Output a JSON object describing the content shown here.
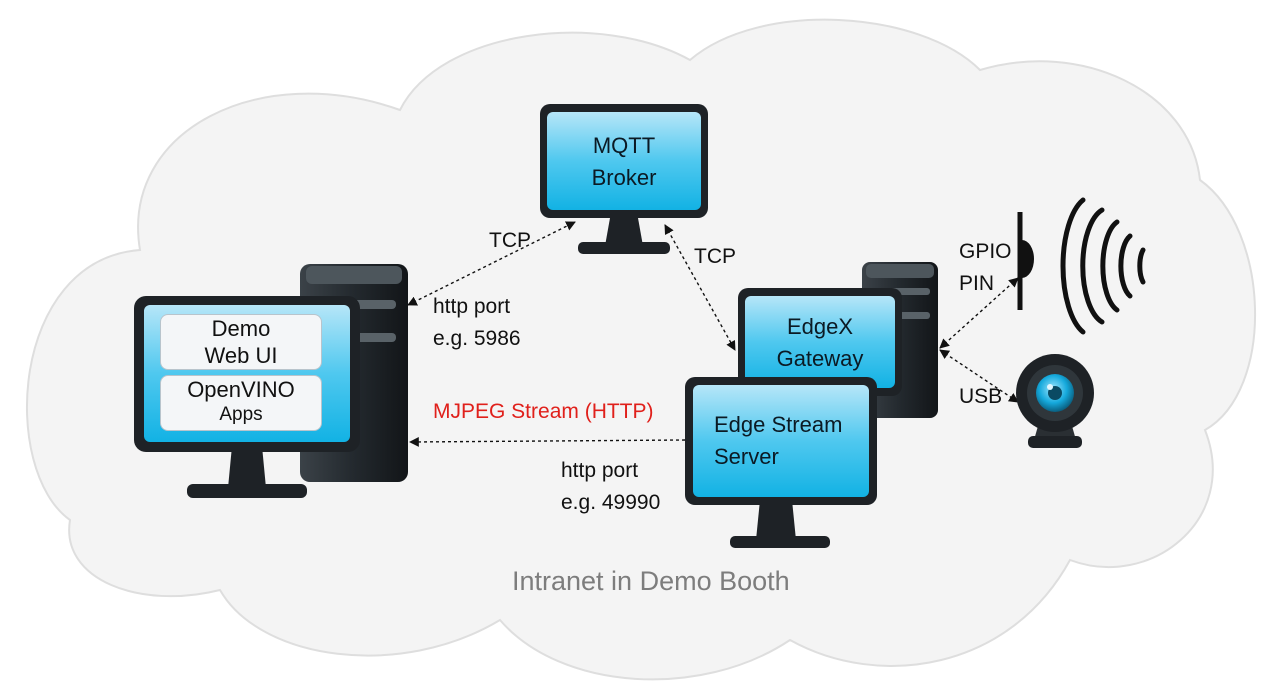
{
  "cloud_label": "Intranet in Demo Booth",
  "mqtt_broker": {
    "line1": "MQTT",
    "line2": "Broker"
  },
  "demo_pc": {
    "box1": {
      "line1": "Demo",
      "line2": "Web UI"
    },
    "box2": {
      "line1": "OpenVINO",
      "line2": "Apps"
    }
  },
  "edgex_gateway": {
    "line1": "EdgeX",
    "line2": "Gateway"
  },
  "edge_stream_server": {
    "line1": "Edge Stream",
    "line2": "Server"
  },
  "links": {
    "tcp_left": "TCP",
    "tcp_right": "TCP",
    "http_port_web": {
      "line1": "http port",
      "line2": "e.g. 5986"
    },
    "mjpeg": "MJPEG Stream (HTTP)",
    "http_port_stream": {
      "line1": "http port",
      "line2": "e.g. 49990"
    },
    "gpio": {
      "line1": "GPIO",
      "line2": "PIN"
    },
    "usb": "USB"
  },
  "colors": {
    "cloud_fill": "#f4f4f4",
    "cloud_stroke": "#dedede",
    "screen_top": "#b6e6f8",
    "screen_bottom": "#12b2e4",
    "bezel": "#1e2226",
    "stream_label": "#e0201b",
    "cloud_text": "#7d7d7d"
  },
  "icons": [
    "cloud-icon",
    "monitor-icon",
    "tower-icon",
    "speaker-icon",
    "webcam-icon"
  ]
}
